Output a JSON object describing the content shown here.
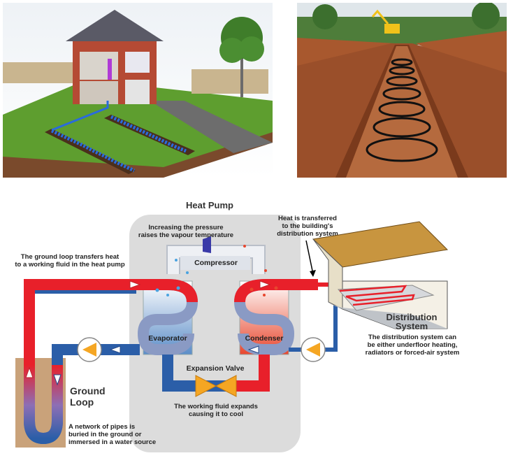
{
  "diagram": {
    "heat_pump_title": "Heat Pump",
    "compressor_label": "Compressor",
    "evaporator_label": "Evaporator",
    "condenser_label": "Condenser",
    "expansion_valve_label": "Expansion Valve",
    "pressure_note": [
      "Increasing the pressure",
      "raises the vapour temperature"
    ],
    "heat_transfer_note": [
      "Heat is transferred",
      "to the building's",
      "distribution system"
    ],
    "ground_loop_note": [
      "The ground loop transfers heat",
      "to a working fluid in the heat pump"
    ],
    "fluid_expands_note": [
      "The working fluid expands",
      "causing it to cool"
    ],
    "ground_loop_title": [
      "Ground",
      "Loop"
    ],
    "ground_loop_desc": [
      "A network of pipes is",
      "buried in the ground or",
      "immersed in a water source"
    ],
    "distribution_title": [
      "Distribution",
      "System"
    ],
    "distribution_desc": [
      "The distribution system can",
      "be either underfloor heating,",
      "radiators or forced-air system"
    ]
  },
  "colors": {
    "hot_pipe": "#e8202a",
    "cold_pipe": "#2b5ea8",
    "pump_fill": "#f5a623",
    "soil": "#c9a27a"
  }
}
